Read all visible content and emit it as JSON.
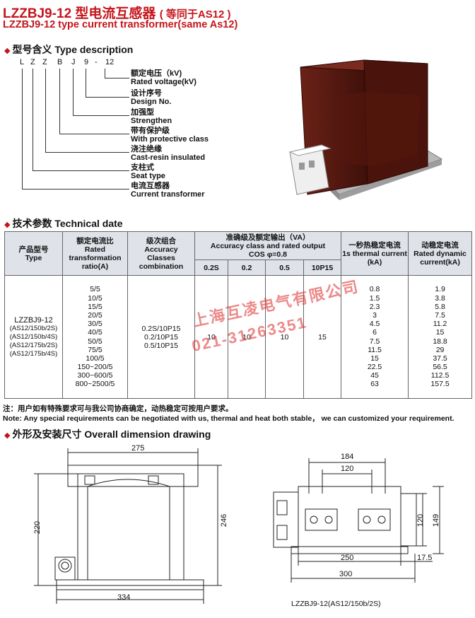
{
  "header": {
    "title_cn": "LZZBJ9-12 型电流互感器",
    "title_cn_paren": "( 等同于AS12 )",
    "title_en": "LZZBJ9-12  type current transformer(same As12)"
  },
  "type_section": {
    "heading": "型号含义 Type description",
    "code_letters": [
      "L",
      "Z",
      "Z",
      "B",
      "J",
      "9",
      "-",
      "12"
    ],
    "meanings": [
      {
        "cn": "额定电压（kV)",
        "en": "Rated voltage(kV)"
      },
      {
        "cn": "设计序号",
        "en": "Design No."
      },
      {
        "cn": "加强型",
        "en": "Strengthen"
      },
      {
        "cn": "带有保护级",
        "en": "With protective class"
      },
      {
        "cn": "浇注绝缘",
        "en": "Cast-resin insulated"
      },
      {
        "cn": "支柱式",
        "en": "Seat type"
      },
      {
        "cn": "电流互感器",
        "en": "Current transformer"
      }
    ]
  },
  "tech_section": {
    "heading": "技术参数 Technical date",
    "headers": {
      "type": [
        "产品型号",
        "Type"
      ],
      "ratio": [
        "额定电流比",
        "Rated",
        "transformation",
        "ratio(A)"
      ],
      "combo": [
        "级次组合",
        "Accuracy",
        "Classes",
        "combination"
      ],
      "accuracy": [
        "准确级及额定输出（VA）",
        "Accuracy class and rated output",
        "COS φ=0.8"
      ],
      "accuracy_cols": [
        "0.2S",
        "0.2",
        "0.5",
        "10P15"
      ],
      "thermal": [
        "一秒热稳定电流",
        "1s thermal current",
        "(kA)"
      ],
      "dynamic": [
        "动稳定电流",
        "Rated dynamic",
        "current(kA)"
      ]
    },
    "type_values": [
      "LZZBJ9-12",
      "(AS12/150b/2S)",
      "(AS12/150b/4S)",
      "(AS12/175b/2S)",
      "(AS12/175b/4S)"
    ],
    "combos": [
      "0.2S/10P15",
      "0.2/10P15",
      "0.5/10P15"
    ],
    "accuracy_values": [
      "10",
      "10",
      "10",
      "15"
    ],
    "ratios": [
      "5/5",
      "10/5",
      "15/5",
      "20/5",
      "30/5",
      "40/5",
      "50/5",
      "75/5",
      "100/5",
      "150~200/5",
      "300~600/5",
      "800~2500/5"
    ],
    "thermal": [
      "0.8",
      "1.5",
      "2.3",
      "3",
      "4.5",
      "6",
      "7.5",
      "11.5",
      "15",
      "22.5",
      "45",
      "63"
    ],
    "dynamic": [
      "1.9",
      "3.8",
      "5.8",
      "7.5",
      "11.2",
      "15",
      "18.8",
      "29",
      "37.5",
      "56.5",
      "112.5",
      "157.5"
    ]
  },
  "watermark": {
    "line1": "上海互凌电气有限公司",
    "line2": "021-31263351"
  },
  "notes": {
    "cn": "注：用户如有特殊要求可与我公司协商确定，动热稳定可按用户要求。",
    "en": "Note: Any special requirements can be negotiated with us, thermal and heat both stable， we can customized your requirement."
  },
  "drawing_section": {
    "heading": "外形及安装尺寸 Overall dimension drawing",
    "dims_left": {
      "top": "275",
      "height_left": "220",
      "height_right": "246",
      "bottom": "334"
    },
    "dims_right": {
      "d184": "184",
      "d120": "120",
      "d149": "149",
      "d120v": "120",
      "d250": "250",
      "d17_5": "17.5",
      "d300": "300"
    },
    "caption": "LZZBJ9-12(AS12/150b/2S)"
  },
  "colors": {
    "title_red": "#c5141b",
    "header_bg": "#dfe3e9",
    "product_brown": "#5a1a12"
  }
}
